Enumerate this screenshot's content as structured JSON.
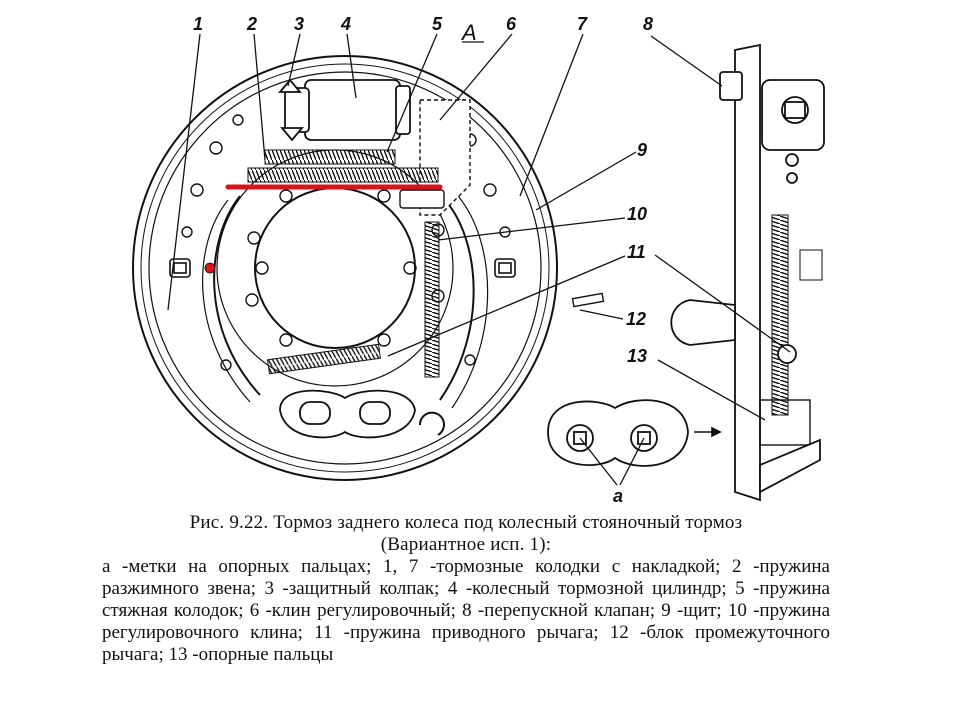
{
  "callouts": {
    "n1": "1",
    "n2": "2",
    "n3": "3",
    "n4": "4",
    "n5": "5",
    "n6": "6",
    "n7": "7",
    "n8": "8",
    "n9": "9",
    "n10": "10",
    "n11": "11",
    "n12": "12",
    "n13": "13",
    "view_a": "А",
    "mark_a": "а"
  },
  "caption": {
    "title_line1": "Рис. 9.22. Тормоз заднего колеса под колесный стояночный тормоз",
    "title_line2": "(Вариантное исп. 1):",
    "legend": "а -метки на опорных пальцах; 1, 7 -тормозные колодки с накладкой; 2 -пружина разжимного звена; 3 -защитный колпак; 4 -колесный тормозной цилиндр; 5 -пружина стяжная колодок; 6 -клин регулировочный; 8 -перепускной клапан; 9 -щит; 10 -пружина регулировочного клина; 11 -пружина приводного рычага; 12 -блок промежуточного рычага; 13 -опорные пальцы"
  },
  "colors": {
    "ink": "#111111",
    "highlight": "#d8141c"
  }
}
